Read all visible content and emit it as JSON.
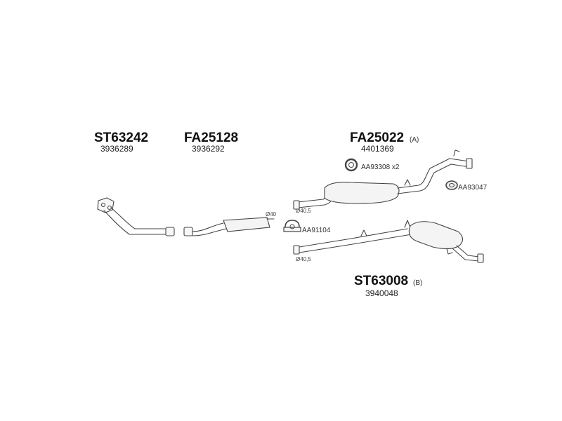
{
  "parts": [
    {
      "code": "ST63242",
      "number": "3936289"
    },
    {
      "code": "FA25128",
      "number": "3936292"
    },
    {
      "code": "FA25022",
      "suffix": "(A)",
      "number": "4401369"
    },
    {
      "code": "ST63008",
      "suffix": "(B)",
      "number": "3940048"
    }
  ],
  "accessories": [
    {
      "label": "AA93308 x2"
    },
    {
      "label": "AA93047"
    },
    {
      "label": "AA91104"
    }
  ],
  "dimensions": {
    "d40": "Ø40",
    "d40_5_upper": "Ø40,5",
    "d40_5_lower": "Ø40,5"
  }
}
